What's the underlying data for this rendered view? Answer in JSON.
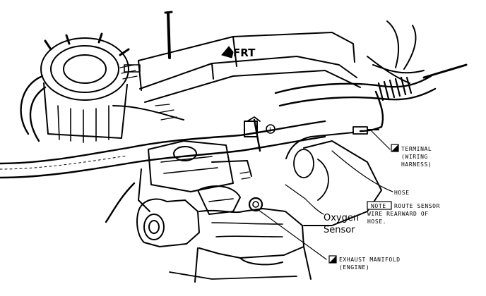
{
  "direction_label": "FRT",
  "callouts": {
    "terminal": {
      "line1": "TERMINAL",
      "line2": "(WIRING",
      "line3": "HARNESS)"
    },
    "hose": {
      "text": "HOSE"
    },
    "note": {
      "tag": "NOTE",
      "line1": "ROUTE SENSOR",
      "line2": "WIRE REARWARD OF",
      "line3": "HOSE."
    },
    "oxygen_sensor": {
      "line1": "Oxygen",
      "line2": "Sensor"
    },
    "exhaust_manifold": {
      "line1": "EXHAUST MANIFOLD",
      "line2": "(ENGINE)"
    }
  },
  "view_marker": "I"
}
